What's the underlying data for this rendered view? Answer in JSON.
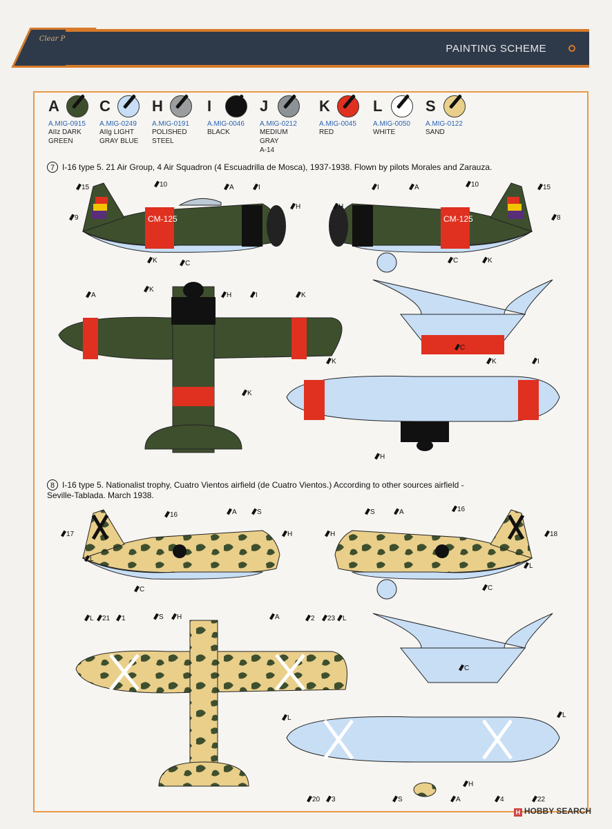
{
  "header": {
    "title": "PAINTING SCHEME",
    "logo": "Clear Prop!"
  },
  "colors": {
    "header_bg": "#2e3a4a",
    "accent": "#d77a2a",
    "frame": "#e79a48",
    "code": "#2a63b0"
  },
  "swatches": [
    {
      "letter": "A",
      "color": "#3e4f2e",
      "code": "A.MIG-0915",
      "name": "AIIz DARK\nGREEN"
    },
    {
      "letter": "C",
      "color": "#c7def5",
      "code": "A.MIG-0249",
      "name": "AIIg LIGHT\nGRAY BLUE"
    },
    {
      "letter": "H",
      "color": "#9b9d9f",
      "code": "A.MIG-0191",
      "name": "POLISHED\nSTEEL"
    },
    {
      "letter": "I",
      "color": "#111111",
      "code": "A.MIG-0046",
      "name": "BLACK"
    },
    {
      "letter": "J",
      "color": "#8c9295",
      "code": "A.MIG-0212",
      "name": "MEDIUM GRAY\nA-14"
    },
    {
      "letter": "K",
      "color": "#e0301f",
      "code": "A.MIG-0045",
      "name": "RED"
    },
    {
      "letter": "L",
      "color": "#ffffff",
      "code": "A.MIG-0050",
      "name": "WHITE"
    },
    {
      "letter": "S",
      "color": "#e9cf8a",
      "code": "A.MIG-0122",
      "name": "SAND"
    }
  ],
  "scheme7": {
    "number": "7",
    "text": "I-16 type 5. 21 Air Group, 4 Air Squadron (4 Escuadrilla de Mosca), 1937-1938. Flown by pilots Morales and Zarauza.",
    "fuselage_code": "CM-125",
    "callouts": [
      "15",
      "10",
      "A",
      "I",
      "H",
      "9",
      "K",
      "C",
      "I",
      "A",
      "10",
      "15",
      "H",
      "8",
      "C",
      "K",
      "K",
      "H",
      "I",
      "A",
      "K",
      "K",
      "K",
      "C",
      "K",
      "I",
      "H"
    ]
  },
  "scheme8": {
    "number": "8",
    "text_line1": "I-16 type 5. Nationalist trophy, Cuatro Vientos airfield (de Cuatro Vientos.) According to other sources airfield -",
    "text_line2": "Seville-Tablada. March 1938.",
    "callouts": [
      "16",
      "A",
      "S",
      "17",
      "H",
      "L",
      "C",
      "H",
      "S",
      "A",
      "16",
      "18",
      "L",
      "C",
      "L",
      "21",
      "1",
      "S",
      "H",
      "A",
      "2",
      "23",
      "L",
      "C",
      "L",
      "L",
      "20",
      "3",
      "H",
      "S",
      "A",
      "4",
      "22"
    ]
  },
  "watermark": "HOBBY SEARCH"
}
